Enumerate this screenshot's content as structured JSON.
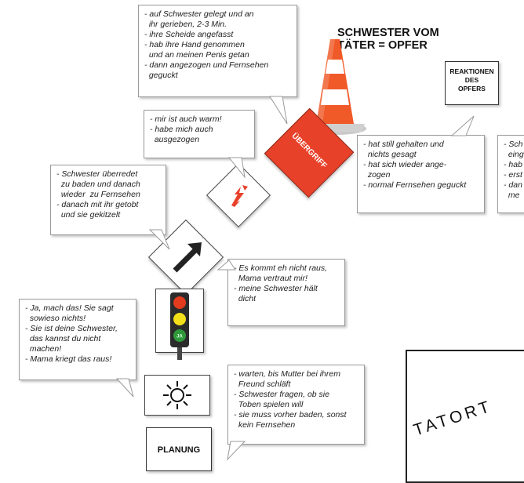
{
  "title": {
    "line1": "SCHWESTER VOM",
    "line2": "TÄTER = OPFER"
  },
  "reactions_box": {
    "lines": [
      "REAKTIONEN",
      "DES",
      "OPFERS"
    ]
  },
  "signs": {
    "uebergriff": "ÜBERGRIFF",
    "planung": "PLANUNG",
    "tatort": "TATORT",
    "traffic_light_green": "JA"
  },
  "bubbles": {
    "uebergriff_details": [
      "- auf Schwester gelegt und an",
      "  ihr gerieben, 2-3 Min.",
      "- ihre Scheide angefasst",
      "- hab ihre Hand genommen",
      "  und an meinen Penis getan",
      "- dann angezogen und Fernsehen",
      "  geguckt"
    ],
    "lightning_thoughts": [
      "- mir ist auch warm!",
      "- habe mich auch",
      "  ausgezogen"
    ],
    "arrow_actions": [
      "- Schwester überredet",
      "  zu baden und danach",
      "  wieder  zu Fernsehen",
      "- danach mit ihr getobt",
      "  und sie gekitzelt"
    ],
    "arrow_thoughts": [
      "- Es kommt eh nicht raus,",
      "  Mama vertraut mir!",
      "- meine Schwester hält",
      "  dicht"
    ],
    "traffic_light_thoughts": [
      "- Ja, mach das! Sie sagt",
      "  sowieso nichts!",
      "- Sie ist deine Schwester,",
      "  das kannst du nicht",
      "  machen!",
      "- Mama kriegt das raus!"
    ],
    "planung_details": [
      "- warten, bis Mutter bei ihrem",
      "  Freund schläft",
      "- Schwester fragen, ob sie",
      "  Toben spielen will",
      "- sie muss vorher baden, sonst",
      "  kein Fernsehen"
    ],
    "victim_reactions": [
      "- hat still gehalten und",
      "  nichts gesagt",
      "- hat sich wieder ange-",
      "  zogen",
      "- normal Fernsehen geguckt"
    ],
    "cut_off_right": [
      "- Sch",
      "  eing",
      "- hab",
      "- erst",
      "- dan",
      "  me"
    ]
  },
  "colors": {
    "accent_red": "#e8412a",
    "cone_orange": "#f05a28",
    "light_red": "#e23b1e",
    "light_yellow": "#f3e01a",
    "light_green": "#2f9a3a"
  },
  "icons": [
    "traffic-cone-icon",
    "lightning-icon",
    "arrow-icon",
    "traffic-light-icon",
    "sun-icon"
  ]
}
